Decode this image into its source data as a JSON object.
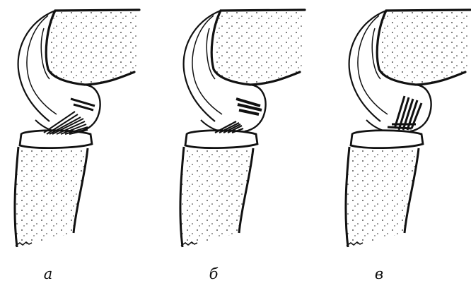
{
  "figure": {
    "panels": [
      {
        "label": "а"
      },
      {
        "label": "б"
      },
      {
        "label": "в"
      }
    ]
  }
}
